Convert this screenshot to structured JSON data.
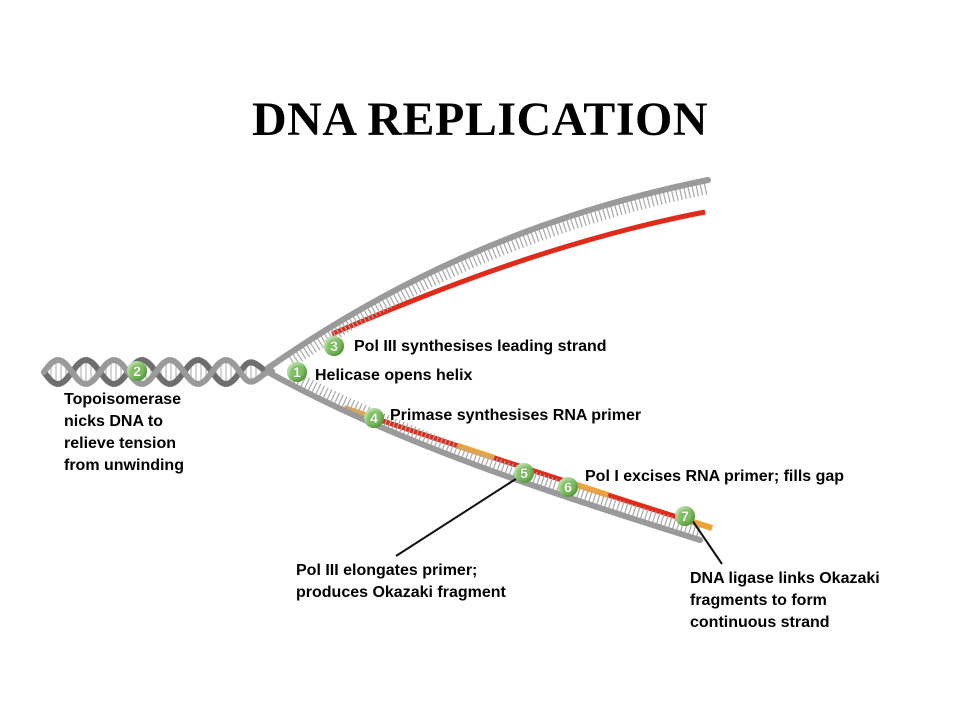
{
  "title": "DNA REPLICATION",
  "colors": {
    "backbone": "#9a9a9a",
    "backbone_dark": "#6e6e6e",
    "new_dna": "#e02a1a",
    "rna_primer": "#f0a238",
    "badge": "#7ec160",
    "pointer": "#111111"
  },
  "steps": [
    {
      "number": "1",
      "label": "Helicase opens helix"
    },
    {
      "number": "2",
      "label": "Topoisomerase\nnicks DNA to\nrelieve tension\nfrom unwinding"
    },
    {
      "number": "3",
      "label": "Pol III synthesises leading strand"
    },
    {
      "number": "4",
      "label": "Primase synthesises RNA primer"
    },
    {
      "number": "5",
      "label": "Pol III elongates primer;\nproduces Okazaki fragment"
    },
    {
      "number": "6",
      "label": "Pol I excises RNA primer; fills gap"
    },
    {
      "number": "7",
      "label": "DNA ligase links Okazaki\nfragments to form\ncontinuous strand"
    }
  ]
}
